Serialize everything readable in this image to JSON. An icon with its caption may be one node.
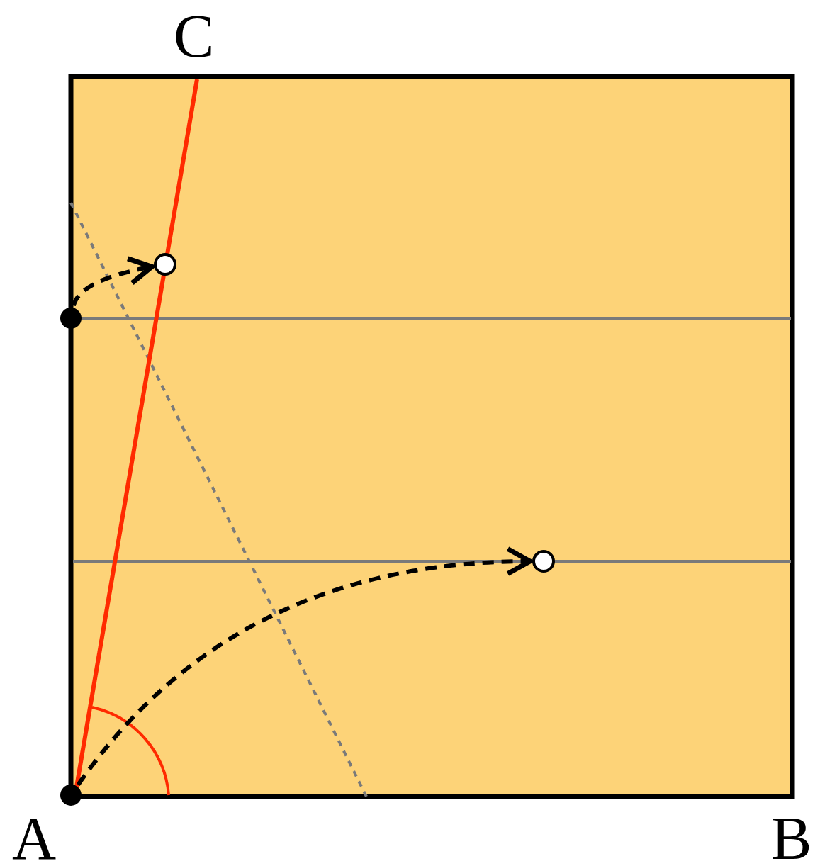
{
  "diagram": {
    "nodes": [
      {
        "text": [],
        "shape": "circle"
      },
      {
        "text": [],
        "shape": "circle"
      },
      {
        "text": [],
        "shape": "circle"
      },
      {
        "text": [],
        "shape": "circle"
      }
    ],
    "edges": [
      {
        "from": 1,
        "to": 0,
        "arrow": "to",
        "style": "dashed"
      },
      {
        "from": 3,
        "to": 2,
        "arrow": "to",
        "style": "dashed"
      }
    ],
    "labels": [
      "C",
      "A",
      "B"
    ]
  }
}
